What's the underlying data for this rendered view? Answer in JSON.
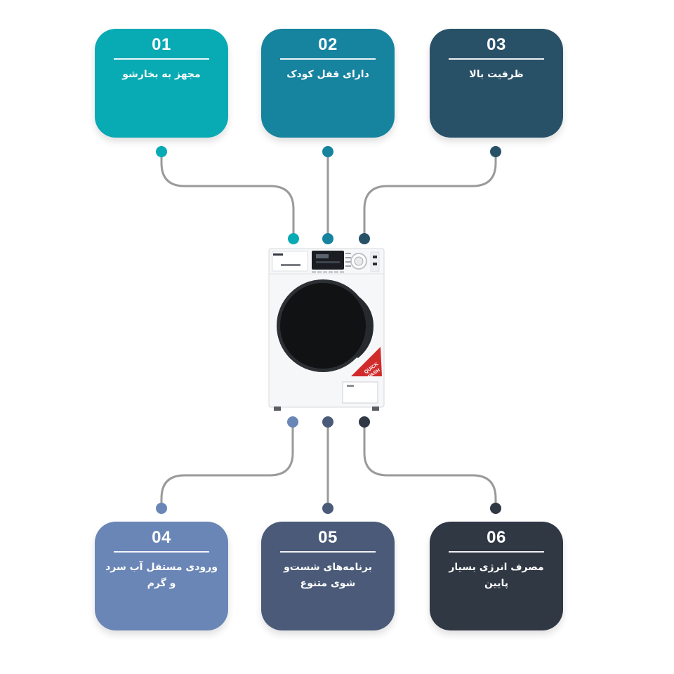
{
  "features": [
    {
      "number": "01",
      "label": "مجهز به بخارشو",
      "color": "#08AAB4"
    },
    {
      "number": "02",
      "label": "دارای قفل کودک",
      "color": "#16839F"
    },
    {
      "number": "03",
      "label": "ظرفیت بالا",
      "color": "#285168"
    },
    {
      "number": "04",
      "label": "ورودی مستقل آب سرد و گرم",
      "color": "#6A86B6"
    },
    {
      "number": "05",
      "label": "برنامه‌های شست‌و شوی متنوع",
      "color": "#4A5A78"
    },
    {
      "number": "06",
      "label": "مصرف انرژی بسیار پایین",
      "color": "#2F3843"
    }
  ],
  "connector_color": "#9A9A9A",
  "washer": {
    "badge_line1": "QUICK",
    "badge_line2": "WASH",
    "badge_color": "#D12A2A"
  }
}
